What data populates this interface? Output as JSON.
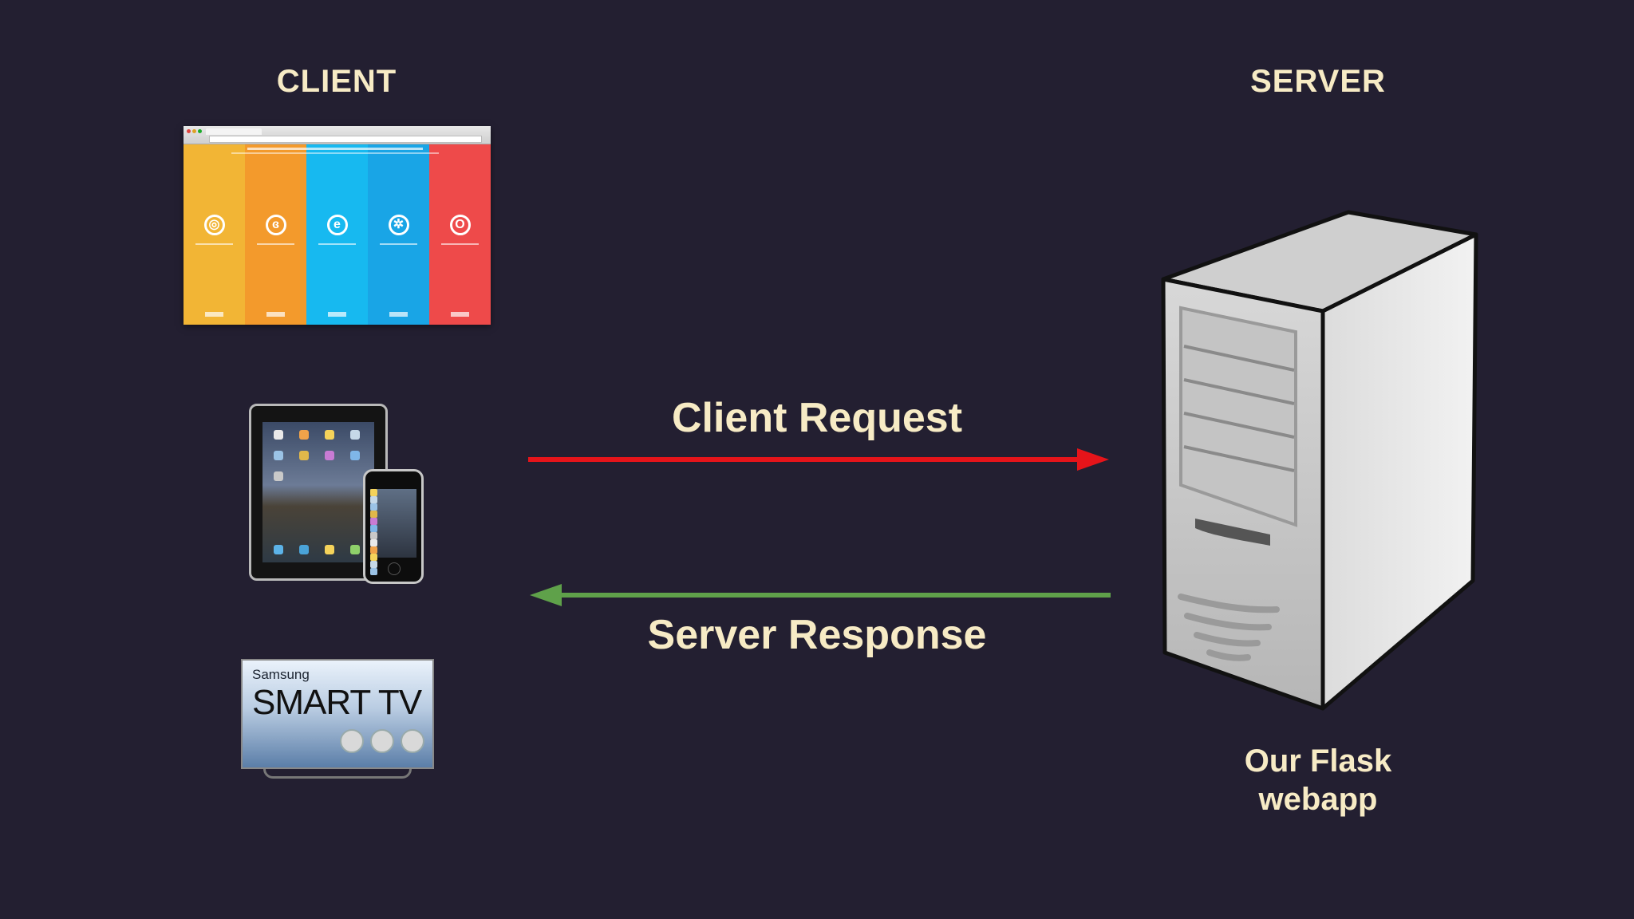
{
  "headings": {
    "client": "CLIENT",
    "server": "SERVER"
  },
  "arrows": {
    "request_label": "Client Request",
    "response_label": "Server Response",
    "request_color": "#e5141a",
    "response_color": "#5fa14a"
  },
  "server": {
    "label_line1": "Our Flask",
    "label_line2": "webapp"
  },
  "tv": {
    "brand": "Samsung",
    "title": "SMART TV"
  },
  "colors": {
    "background": "#231f31",
    "text": "#f7ebc5"
  },
  "browser_columns": [
    {
      "color": "#f2b535",
      "icon": "chrome-icon",
      "glyph": "◎"
    },
    {
      "color": "#f39a2c",
      "icon": "firefox-icon",
      "glyph": "ɞ"
    },
    {
      "color": "#17b9f0",
      "icon": "ie-icon",
      "glyph": "e"
    },
    {
      "color": "#19a5e6",
      "icon": "safari-icon",
      "glyph": "✲"
    },
    {
      "color": "#ee4a4a",
      "icon": "opera-icon",
      "glyph": "O"
    }
  ]
}
